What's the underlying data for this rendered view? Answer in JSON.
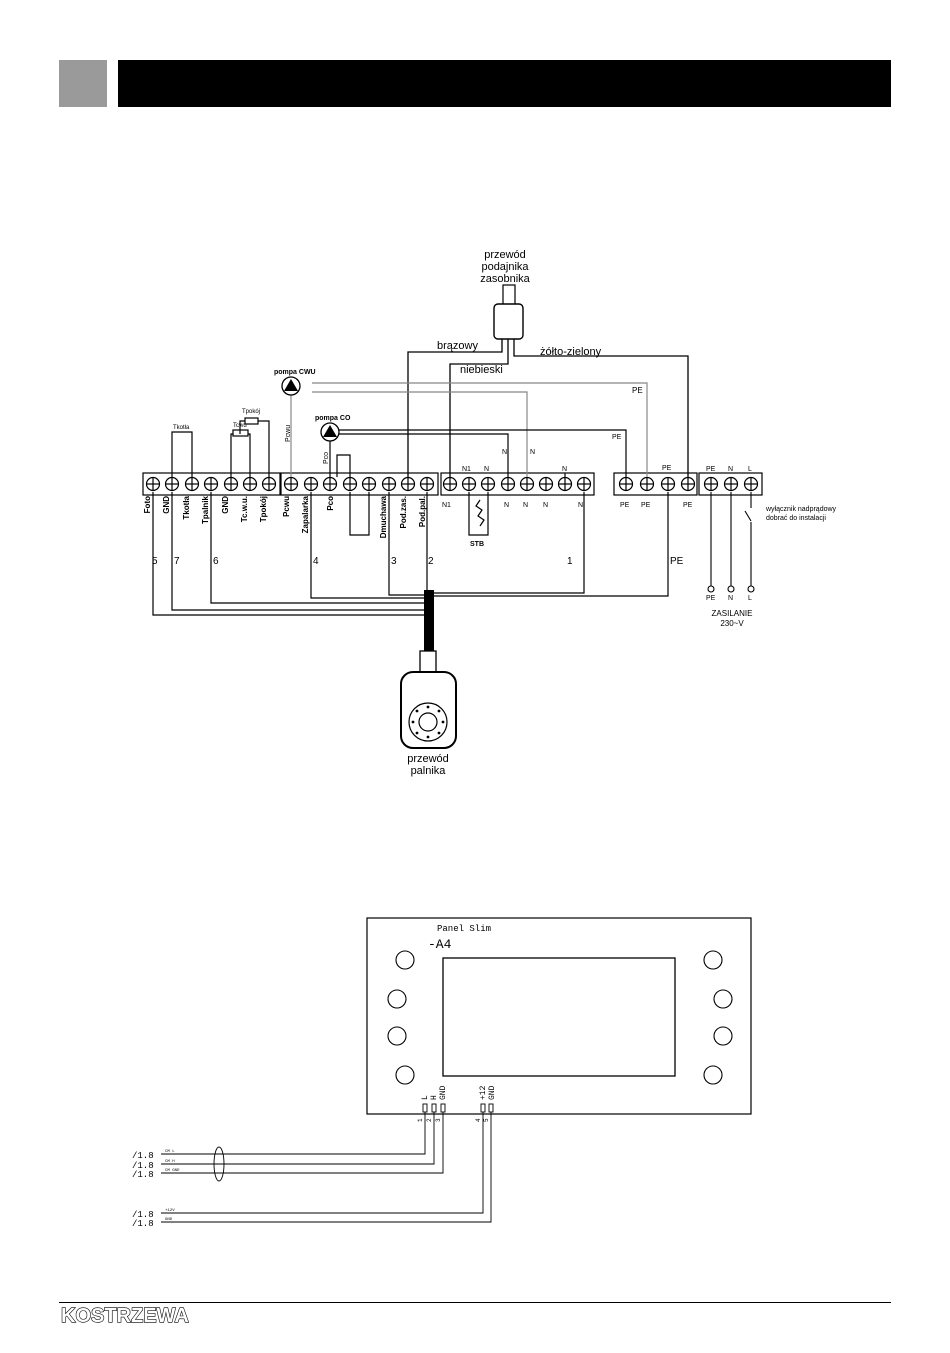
{
  "upper_diagram": {
    "feeder_cable": [
      "przewód",
      "podajnika",
      "zasobnika"
    ],
    "wire_colors": {
      "brown": "brązowy",
      "blue": "niebieski",
      "yellow_green": "żółto-zielony"
    },
    "pumps": {
      "cwu": "pompa CWU",
      "co": "pompa CO",
      "pcwu_wire": "Pcwu",
      "pco_wire": "Pco"
    },
    "sensors": {
      "tkotla": "Tkotła",
      "tcwu": "Tcwu",
      "tpokoj": "Tpokój"
    },
    "terminal_labels_vertical": [
      "Foto",
      "GND",
      "Tkotła",
      "Tpalnik",
      "GND",
      "Tc.w.u.",
      "Tpokój",
      "Pcwu",
      "Zapalarka",
      "Pco",
      "Dmuchawa",
      "Pod.zas.",
      "Pod.pal."
    ],
    "n_labels": {
      "n1_top": "N1",
      "n_top": "N",
      "n1_bottom": "N1",
      "n": "N",
      "stb": "STB"
    },
    "pe_labels": {
      "pe": "PE",
      "pe_line": "PE"
    },
    "supply_terminals": [
      "PE",
      "N",
      "L"
    ],
    "wire_numbers": [
      "5",
      "7",
      "6",
      "4",
      "3",
      "2",
      "1"
    ],
    "pe_wire": "PE",
    "mains_switch": [
      "wyłącznik nadprądowy",
      "dobrać do instalacji"
    ],
    "supply": [
      "ZASILANIE",
      "230~V"
    ],
    "supply_points": [
      "PE",
      "N",
      "L"
    ],
    "burner_cable": [
      "przewód",
      "palnika"
    ]
  },
  "lower_diagram": {
    "panel_name": "Panel Slim",
    "panel_id": "-A4",
    "pin_labels_left": [
      "L",
      "H",
      "GND"
    ],
    "pin_numbers_left": [
      "1",
      "2",
      "3"
    ],
    "pin_labels_right": [
      "+12",
      "GND"
    ],
    "pin_numbers_right": [
      "4",
      "5"
    ],
    "cable_refs": [
      "/1.8",
      "/1.8",
      "/1.8",
      "/1.8",
      "/1.8"
    ],
    "cable_signals": [
      "CM L",
      "CM H",
      "CM GND",
      "+12V",
      "GND"
    ]
  },
  "footer": {
    "logo": "KOSTRZEWA"
  },
  "colors": {
    "wire": "#000000",
    "pe_wire": "#888888",
    "header_square": "#9a9a9a",
    "header_bar": "#000000"
  }
}
